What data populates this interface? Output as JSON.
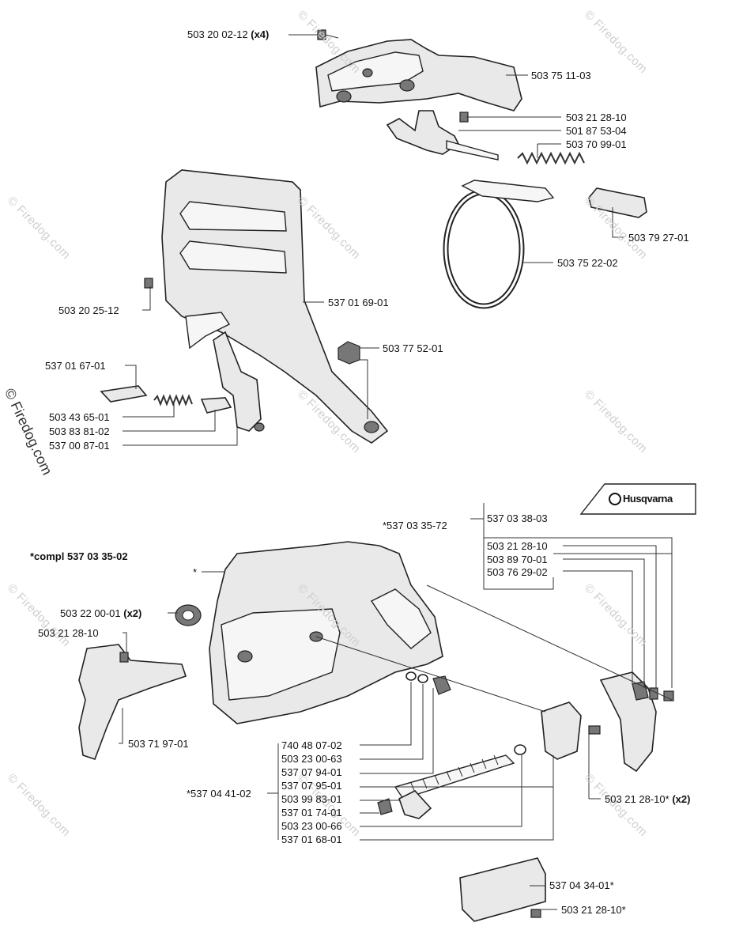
{
  "watermark": "© Firedog.com",
  "brand": {
    "logo_text": "Husqvarna"
  },
  "header": {
    "assembly_label": "*compl 537 03 35-02"
  },
  "labels": [
    {
      "id": "l1",
      "text": "503 20 02-12",
      "qty": "(x4)"
    },
    {
      "id": "l2",
      "text": "503 75 11-03"
    },
    {
      "id": "l3",
      "text": "503 21 28-10"
    },
    {
      "id": "l4",
      "text": "501 87 53-04"
    },
    {
      "id": "l5",
      "text": "503 70 99-01"
    },
    {
      "id": "l6",
      "text": "503 79 27-01"
    },
    {
      "id": "l7",
      "text": "503 75 22-02"
    },
    {
      "id": "l8",
      "text": "503 20 25-12"
    },
    {
      "id": "l9",
      "text": "537 01 69-01"
    },
    {
      "id": "l10",
      "text": "503 77 52-01"
    },
    {
      "id": "l11",
      "text": "537 01 67-01"
    },
    {
      "id": "l12",
      "text": "503 43 65-01"
    },
    {
      "id": "l13",
      "text": "503 83 81-02"
    },
    {
      "id": "l14",
      "text": "537 00 87-01"
    },
    {
      "id": "l15",
      "text": "537 03 38-03"
    },
    {
      "id": "l16",
      "text": "*537 03 35-72"
    },
    {
      "id": "l17",
      "text": "503 21 28-10"
    },
    {
      "id": "l18",
      "text": "503 89 70-01"
    },
    {
      "id": "l19",
      "text": "503 76 29-02"
    },
    {
      "id": "l20",
      "text": "*"
    },
    {
      "id": "l21",
      "text": "503 22 00-01",
      "qty": "(x2)"
    },
    {
      "id": "l22",
      "text": "503 21 28-10"
    },
    {
      "id": "l23",
      "text": "503 71 97-01"
    },
    {
      "id": "l24",
      "text": "740 48 07-02"
    },
    {
      "id": "l25",
      "text": "503 23 00-63"
    },
    {
      "id": "l26",
      "text": "537 07 94-01"
    },
    {
      "id": "l27",
      "text": "537 07 95-01"
    },
    {
      "id": "l28",
      "text": "503 99 83-01"
    },
    {
      "id": "l29",
      "text": "537 01 74-01"
    },
    {
      "id": "l30",
      "text": "503 23 00-66"
    },
    {
      "id": "l31",
      "text": "537 01 68-01"
    },
    {
      "id": "l32",
      "text": "*537 04 41-02"
    },
    {
      "id": "l33",
      "text": "503 21 28-10*",
      "qty": "(x2)"
    },
    {
      "id": "l34",
      "text": "537 04 34-01*"
    },
    {
      "id": "l35",
      "text": "503 21 28-10*"
    }
  ]
}
